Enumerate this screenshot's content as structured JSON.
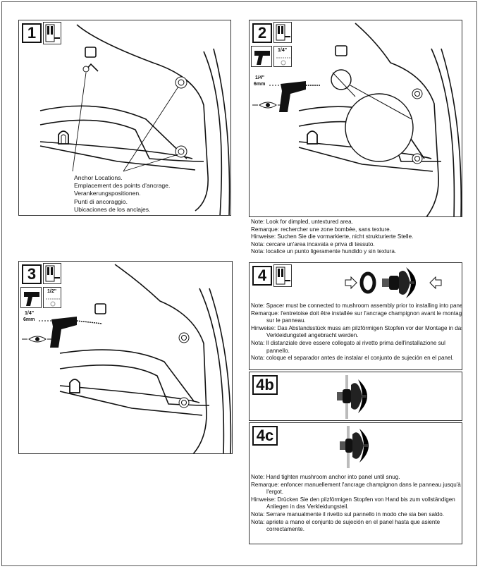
{
  "steps": {
    "s1": {
      "num": "1",
      "labels": [
        "Anchor Locations.",
        "Emplacement des points d'ancrage.",
        "Verankerungspositionen.",
        "Punti di ancoraggio.",
        "Ubicaciones de los anclajes."
      ]
    },
    "s2": {
      "num": "2",
      "drill_size": "1/4\"",
      "bit_label": "1/4\"",
      "bit_metric": "6mm",
      "notes": [
        "Note: Look for dimpled, untextured area.",
        "Remarque: rechercher une zone bombée, sans texture.",
        "Hinweise: Suchen Sie die vormarkierte, nicht strukturierte Stelle.",
        "Nota: cercare un'area incavata e priva di tessuto.",
        "Nota: localice un punto ligeramente hundido y sin textura."
      ]
    },
    "s3": {
      "num": "3",
      "drill_size": "1/2\"",
      "bit_label": "1/4\"",
      "bit_metric": "6mm"
    },
    "s4": {
      "num": "4",
      "notes": [
        {
          "first": "Note: Spacer must be connected to mushroom assembly prior to installing into panel.",
          "rest": ""
        },
        {
          "first": "Remarque: l'entretoise doit être installée sur l'ancrage champignon avant le montage",
          "rest": "sur le panneau."
        },
        {
          "first": "Hinweise: Das Abstandsstück muss am pilzförmigen Stopfen vor der Montage in das",
          "rest": "Verkleidungsteil angebracht werden."
        },
        {
          "first": "Nota: Il distanziale deve essere collegato al rivetto prima dell'installazione sul",
          "rest": "pannello."
        },
        {
          "first": "Nota: coloque el separador antes de instalar el conjunto de sujeción en el panel.",
          "rest": ""
        }
      ]
    },
    "s4b": {
      "num": "4b"
    },
    "s4c": {
      "num": "4c",
      "notes": [
        {
          "first": "Note: Hand tighten mushroom anchor into panel until snug.",
          "rest": ""
        },
        {
          "first": "Remarque: enfoncer manuellement l'ancrage champignon dans le panneau jusqu'à",
          "rest": "l'ergot."
        },
        {
          "first": "Hinweise: Drücken Sie den pilzförmigen Stopfen von Hand bis zum vollständigen",
          "rest": "Anliegen in das Verkleidungsteil."
        },
        {
          "first": "Nota: Serrare manualmente il rivetto sul pannello in modo che sia ben saldo.",
          "rest": ""
        },
        {
          "first": "Nota: apriete a mano el conjunto de sujeción en el panel hasta que asiente",
          "rest": "correctamente."
        }
      ]
    }
  }
}
